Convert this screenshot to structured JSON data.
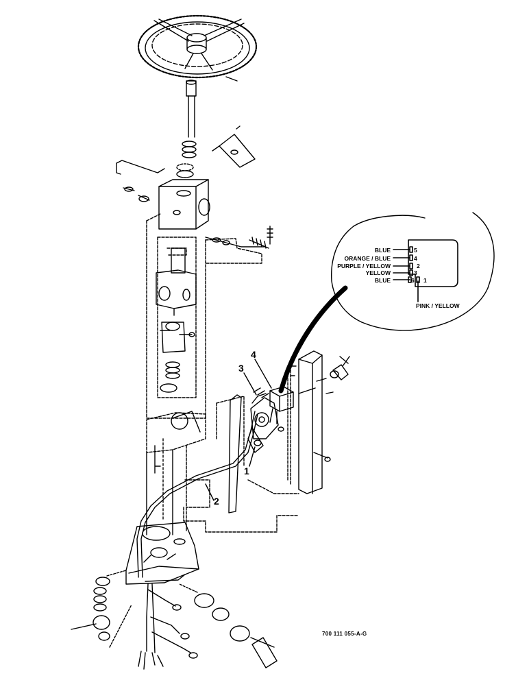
{
  "callouts": {
    "c1": "1",
    "c2": "2",
    "c3": "3",
    "c4": "4"
  },
  "detail": {
    "wires": [
      {
        "color": "BLUE",
        "pin": "5"
      },
      {
        "color": "ORANGE / BLUE",
        "pin": "4"
      },
      {
        "color": "PURPLE / YELLOW",
        "pin": "2"
      },
      {
        "color": "YELLOW",
        "pin": "3"
      },
      {
        "color": "BLUE",
        "pin": "6"
      }
    ],
    "pin_1": "1",
    "pink_yellow_label": "PINK / YELLOW"
  },
  "part_number": "700 111 055-A-G"
}
